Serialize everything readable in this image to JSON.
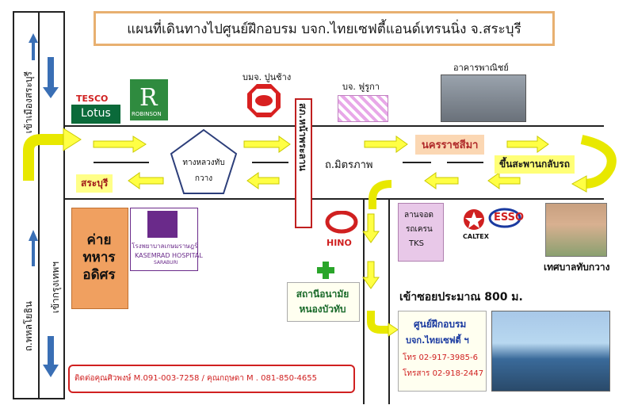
{
  "title": "แผนที่เดินทางไปศูนย์ฝึกอบรม บจก.ไทยเซฟตี้แอนด์เทรนนิ่ง จ.สระบุรี",
  "left_labels": {
    "to_city_saraburi": "เข้าเมืองสระบุรี",
    "road_phahonyothin": "ถ.พหลโยธิน",
    "to_bangkok": "เข้ากรุงเทพฯ"
  },
  "landmarks": {
    "tesco": "TESCO",
    "lotus": "Lotus",
    "robinson": "ROBINSON",
    "siam_cement": "บมจ. ปูนช้าง",
    "fuka": "บจ. ฟูรูกา",
    "commercial_building": "อาคารพาณิชย์",
    "police_station": "สภ.หน้าพระลาน",
    "bypass": "ทางหลวงทับกวาง",
    "mitraphap_road": "ถ.มิตรภาพ",
    "nakhon_ratchasima": "นครราชสีมา",
    "overpass": "ขึ้นสะพานกลับรถ",
    "saraburi_sign": "สระบุรี",
    "army_camp": "ค่ายทหารอดิศร",
    "kasemrad_thai": "โรงพยาบาลเกษมราษฎร์",
    "kasemrad_en": "KASEMRAD HOSPITAL",
    "kasemrad_city": "SARABURI",
    "hino": "HINO",
    "health_center": "สถานีอนามัยหนองบัวทับ",
    "crane_yard_line1": "ลานจอด",
    "crane_yard_line2": "รถเครน",
    "crane_yard_line3": "TKS",
    "caltex": "CALTEX",
    "esso": "ESSO",
    "municipality": "เทศบาลทับกวาง",
    "soi_distance": "เข้าซอยประมาณ 800 ม."
  },
  "training_center": {
    "line1": "ศูนย์ฝึกอบรม",
    "line2": "บจก.ไทยเซฟตี้ ฯ",
    "phone": "โทร 02-917-3985-6",
    "fax": "โทรสาร 02-918-2447"
  },
  "contact": "ติดต่อคุณศิวพงษ์  M.091-003-7258 /  คุณกฤษดา  M . 081-850-4655",
  "colors": {
    "title_border": "#e8b070",
    "arrow_yellow": "#ffff44",
    "arrow_blue": "#3a6fb5",
    "army_bg": "#f0a060",
    "cross_green": "#2aa52a",
    "contact_border": "#d02020"
  }
}
